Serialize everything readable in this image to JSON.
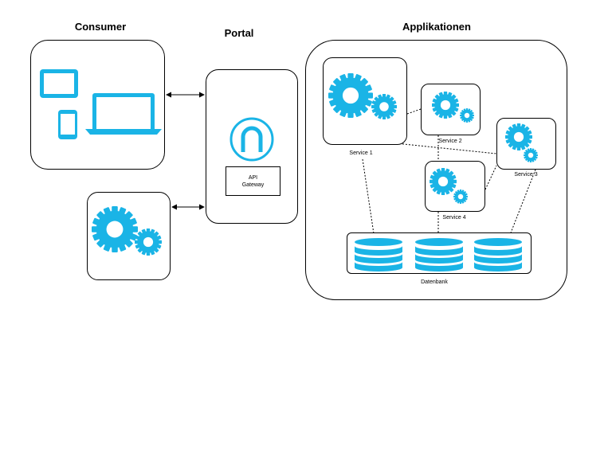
{
  "titles": {
    "consumer": "Consumer",
    "portal": "Portal",
    "applications": "Applikationen"
  },
  "gateway": {
    "line1": "API",
    "line2": "Gateway"
  },
  "services": [
    "Service 1",
    "Service 2",
    "Service 3",
    "Service 4"
  ],
  "database": {
    "label": "Datenbank"
  },
  "icons": {
    "devices": [
      "tablet-icon",
      "smartphone-icon",
      "laptop-icon"
    ],
    "consumer_app": "gears-icon",
    "gateway": "gateway-arch-icon",
    "database": "database-icon"
  },
  "colors": {
    "accent": "#1ab4e6",
    "stroke": "#000000"
  }
}
